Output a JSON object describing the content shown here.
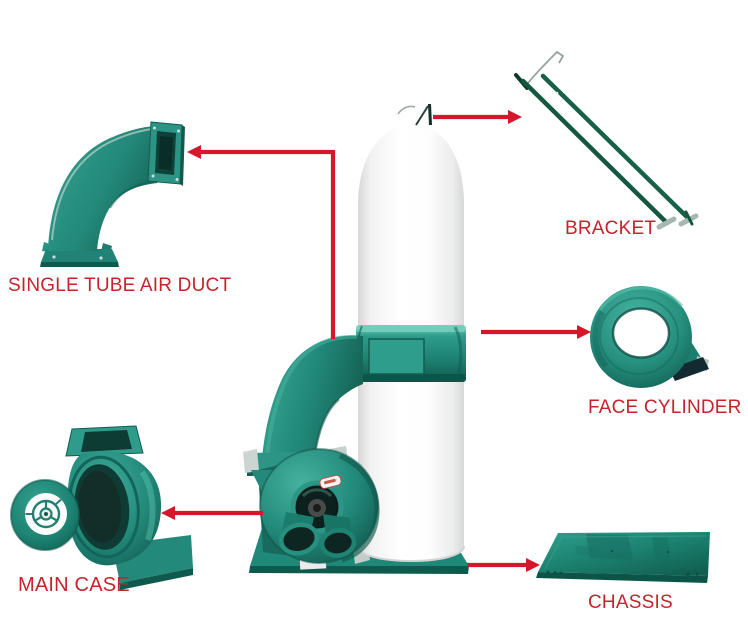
{
  "diagram": {
    "kind": "product-parts-diagram",
    "background_color": "#ffffff",
    "label_color": "#c5242c",
    "arrow_color": "#d5162b",
    "machine_paint_color": "#2a9484",
    "parts": [
      {
        "id": "single-tube-air-duct",
        "label": "SINGLE TUBE AIR DUCT",
        "position": "top-left"
      },
      {
        "id": "bracket",
        "label": "BRACKET",
        "position": "top-right"
      },
      {
        "id": "face-cylinder",
        "label": "FACE CYLINDER",
        "position": "middle-right"
      },
      {
        "id": "main-case",
        "label": "MAIN CASE",
        "position": "bottom-left"
      },
      {
        "id": "chassis",
        "label": "CHASSIS",
        "position": "bottom-right"
      }
    ]
  }
}
